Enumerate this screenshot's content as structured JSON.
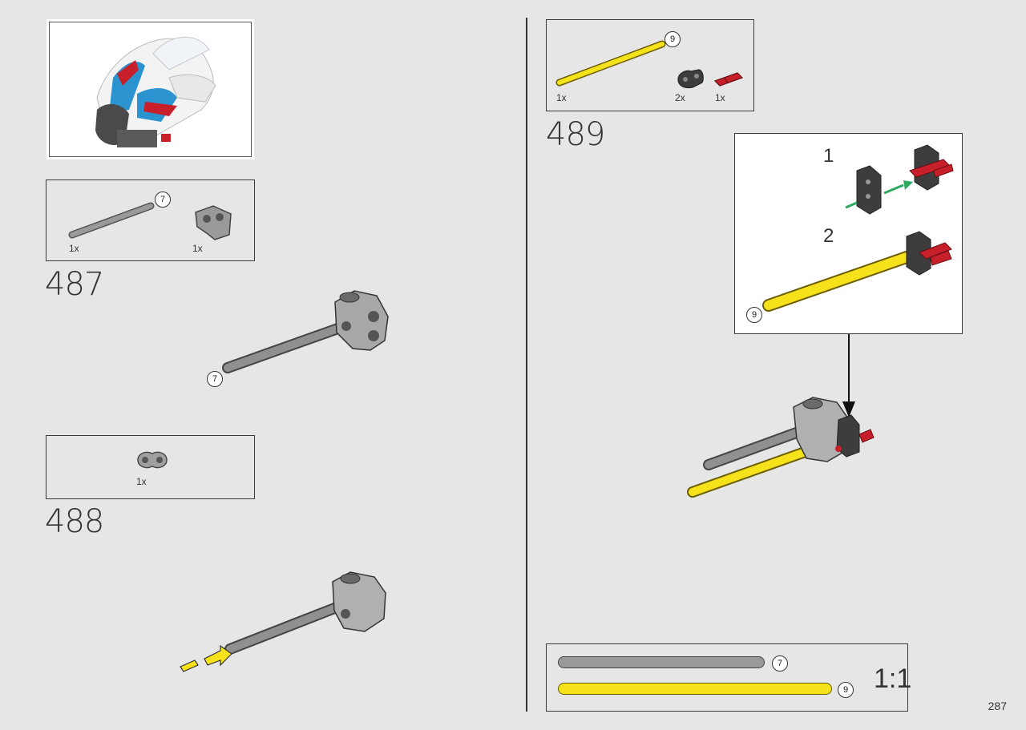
{
  "page": {
    "number": "287"
  },
  "steps": {
    "s487": {
      "number": "487",
      "parts": [
        {
          "qty": "1x",
          "length": "7"
        },
        {
          "qty": "1x"
        }
      ],
      "callout_length": "7"
    },
    "s488": {
      "number": "488",
      "parts": [
        {
          "qty": "1x"
        }
      ]
    },
    "s489": {
      "number": "489",
      "parts": [
        {
          "qty": "1x",
          "length": "9"
        },
        {
          "qty": "2x"
        },
        {
          "qty": "1x"
        }
      ],
      "substeps": [
        "1",
        "2"
      ],
      "callout_length": "9"
    }
  },
  "scale_ruler": {
    "ratio": "1:1",
    "lengths": [
      "7",
      "9"
    ]
  },
  "colors": {
    "yellow": "#f5e21a",
    "gray": "#9a9a9a",
    "dark": "#3d3d3d",
    "red": "#c8202a",
    "green": "#2fa862"
  }
}
